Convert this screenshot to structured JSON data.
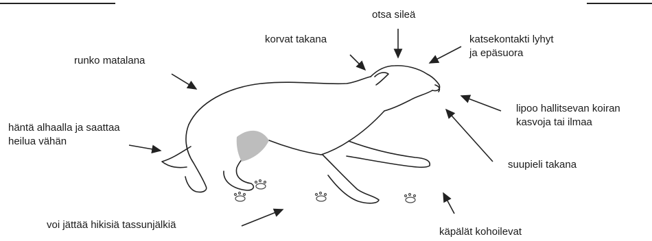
{
  "labels": {
    "forehead": "otsa sileä",
    "ears": "korvat takana",
    "eye_contact_1": "katsekontakti lyhyt",
    "eye_contact_2": "ja epäsuora",
    "body": "runko matalana",
    "licks_1": "lipoo hallitsevan koiran",
    "licks_2": "kasvoja tai ilmaa",
    "tail_1": "häntä alhaalla ja saattaa",
    "tail_2": "heilua vähän",
    "mouth": "suupieli takana",
    "sweat": "voi jättää hikisiä tassunjälkiä",
    "paws": "käpälät kohoilevat"
  },
  "colors": {
    "ink": "#222222",
    "shade": "#bdbdbd"
  }
}
